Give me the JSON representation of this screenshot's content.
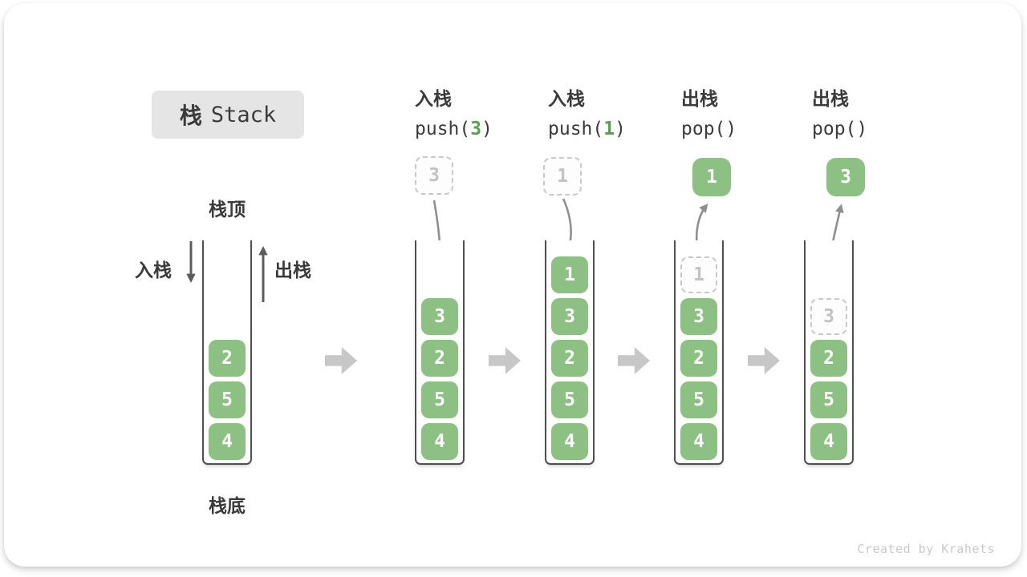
{
  "title": {
    "zh": "栈",
    "en": "Stack"
  },
  "labels": {
    "stack_top": "栈顶",
    "stack_bottom": "栈底",
    "push": "入栈",
    "pop": "出栈"
  },
  "operations": [
    {
      "label": "入栈",
      "code_prefix": "push(",
      "code_arg": "3",
      "code_suffix": ")"
    },
    {
      "label": "入栈",
      "code_prefix": "push(",
      "code_arg": "1",
      "code_suffix": ")"
    },
    {
      "label": "出栈",
      "code_prefix": "pop(",
      "code_arg": "",
      "code_suffix": ")"
    },
    {
      "label": "出栈",
      "code_prefix": "pop(",
      "code_arg": "",
      "code_suffix": ")"
    }
  ],
  "float_boxes": [
    {
      "value": "3",
      "ghost": true
    },
    {
      "value": "1",
      "ghost": true
    },
    {
      "value": "1",
      "ghost": false
    },
    {
      "value": "3",
      "ghost": false
    }
  ],
  "stacks": [
    {
      "cells": [
        {
          "value": "2",
          "row": 2
        },
        {
          "value": "5",
          "row": 3
        },
        {
          "value": "4",
          "row": 4
        }
      ]
    },
    {
      "cells": [
        {
          "value": "3",
          "row": 1
        },
        {
          "value": "2",
          "row": 2
        },
        {
          "value": "5",
          "row": 3
        },
        {
          "value": "4",
          "row": 4
        }
      ]
    },
    {
      "cells": [
        {
          "value": "1",
          "row": 0
        },
        {
          "value": "3",
          "row": 1
        },
        {
          "value": "2",
          "row": 2
        },
        {
          "value": "5",
          "row": 3
        },
        {
          "value": "4",
          "row": 4
        }
      ]
    },
    {
      "cells": [
        {
          "value": "1",
          "row": 0,
          "ghost": true
        },
        {
          "value": "3",
          "row": 1
        },
        {
          "value": "2",
          "row": 2
        },
        {
          "value": "5",
          "row": 3
        },
        {
          "value": "4",
          "row": 4
        }
      ]
    },
    {
      "cells": [
        {
          "value": "3",
          "row": 1,
          "ghost": true
        },
        {
          "value": "2",
          "row": 2
        },
        {
          "value": "5",
          "row": 3
        },
        {
          "value": "4",
          "row": 4
        }
      ]
    }
  ],
  "icons": {
    "flow_block_arrow": "right-block-arrow",
    "push_direction": "down-arrow",
    "pop_direction": "up-arrow"
  },
  "colors": {
    "cell_green": "#8DC183",
    "code_arg_green": "#55A14E",
    "flow_arrow_gray": "#8F8F8F",
    "direction_arrow_gray": "#5C5C5C",
    "block_arrow_gray": "#C7C7C7",
    "ghost_gray": "#C2C2C2",
    "text_dark": "#3B3B3B",
    "title_bg": "#E5E5E5"
  },
  "footer": {
    "credit": "Created by Krahets"
  }
}
